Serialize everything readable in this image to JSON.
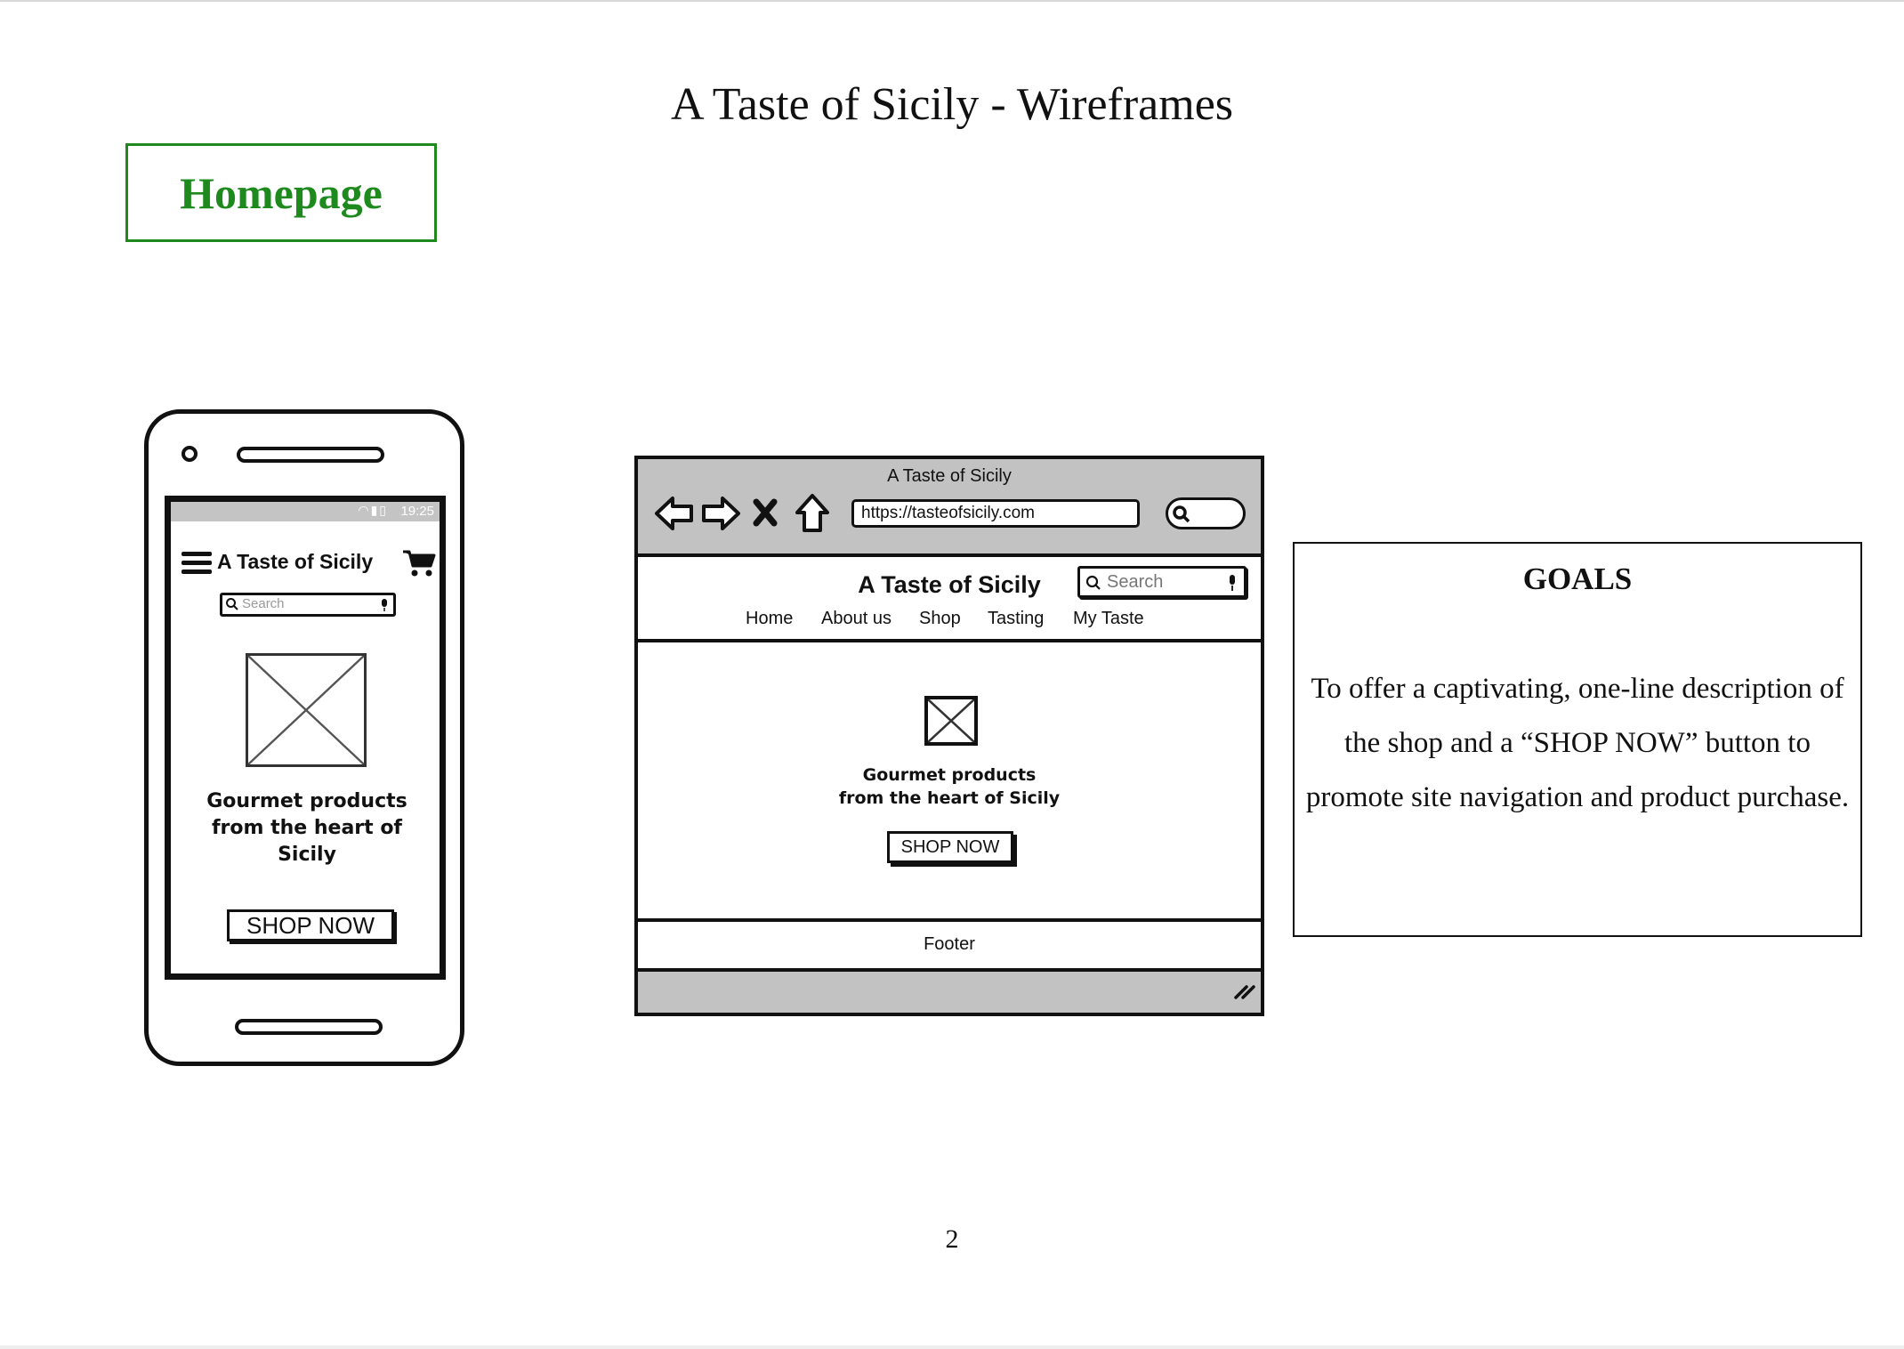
{
  "document": {
    "title": "A Taste of Sicily - Wireframes",
    "section_label": "Homepage",
    "page_number": "2"
  },
  "mobile_wireframe": {
    "status_time": "19:25",
    "site_title": "A Taste of Sicily",
    "search_placeholder": "Search",
    "tagline": "Gourmet products from the heart of Sicily",
    "button_label": "SHOP NOW",
    "icons": [
      "menu-icon",
      "cart-icon",
      "search-icon",
      "mic-icon",
      "wifi-icon",
      "signal-icon",
      "battery-icon"
    ]
  },
  "desktop_wireframe": {
    "window_title": "A Taste of Sicily",
    "url": "https://tasteofsicily.com",
    "site_title": "A Taste of Sicily",
    "search_placeholder": "Search",
    "nav": [
      "Home",
      "About us",
      "Shop",
      "Tasting",
      "My Taste"
    ],
    "tagline_line1": "Gourmet products",
    "tagline_line2": "from the heart of Sicily",
    "button_label": "SHOP NOW",
    "footer_label": "Footer",
    "icons": [
      "back-arrow-icon",
      "forward-arrow-icon",
      "close-icon",
      "home-icon",
      "search-icon",
      "mic-icon",
      "resize-grip-icon"
    ]
  },
  "goals": {
    "title": "GOALS",
    "text": "To offer a captivating, one-line description of the shop and a “SHOP NOW” button to promote site navigation and product purchase."
  },
  "colors": {
    "section_accent": "#1e8a1e",
    "wireframe_gray": "#c2c2c2",
    "ink": "#111111"
  }
}
